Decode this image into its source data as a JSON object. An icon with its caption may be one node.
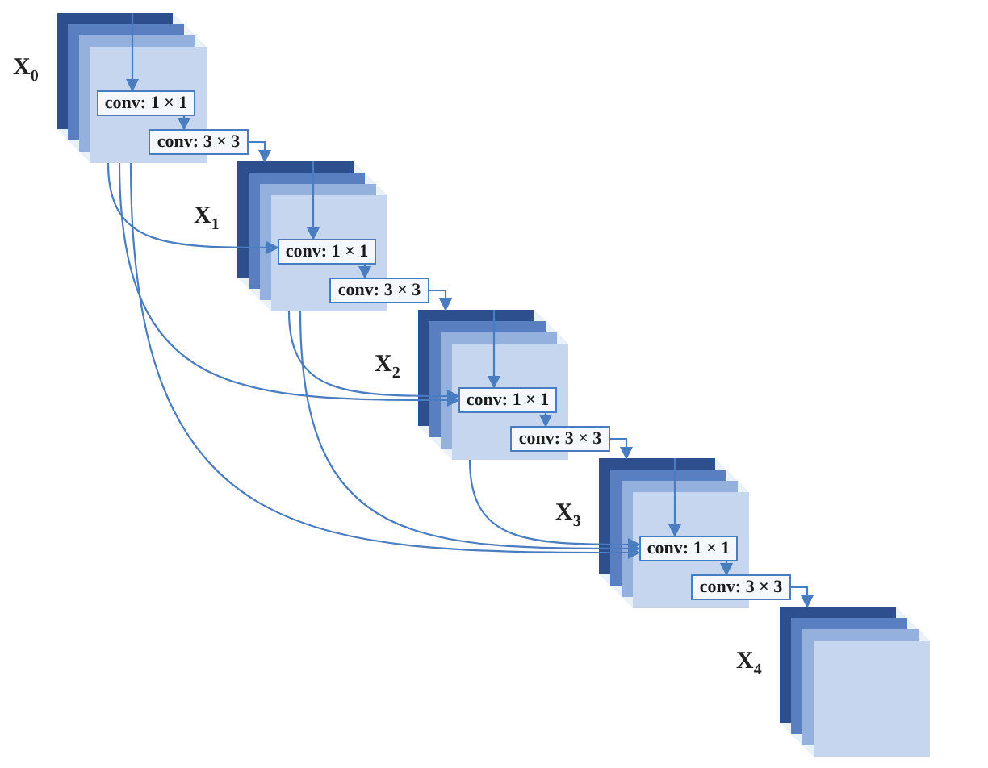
{
  "diagram": {
    "nodes": [
      {
        "text": [
          "X$_{0}$"
        ]
      },
      {
        "text": [
          "conv: 1 × 1"
        ],
        "in": 0
      },
      {
        "text": [
          "conv: 3 × 3"
        ]
      },
      {
        "text": [
          "X$_{1}$"
        ]
      },
      {
        "text": [
          "conv: 1 × 1"
        ],
        "in": 3
      },
      {
        "text": [
          "conv: 3 × 3"
        ]
      },
      {
        "text": [
          "X$_{2}$"
        ]
      },
      {
        "text": [
          "conv: 1 × 1"
        ],
        "in": 6
      },
      {
        "text": [
          "conv: 3 × 3"
        ]
      },
      {
        "text": [
          "X$_{3}$"
        ]
      },
      {
        "text": [
          "conv: 1 × 1"
        ],
        "in": 9
      },
      {
        "text": [
          "conv: 3 × 3"
        ]
      },
      {
        "text": [
          "X$_{4}$"
        ]
      }
    ],
    "edges": [
      {
        "from": 0,
        "to": 1,
        "arrow": "to"
      },
      {
        "from": 1,
        "to": 2,
        "arrow": "to"
      },
      {
        "from": 2,
        "to": 3,
        "arrow": "to"
      },
      {
        "from": 3,
        "to": 4,
        "arrow": "to"
      },
      {
        "from": 4,
        "to": 5,
        "arrow": "to"
      },
      {
        "from": 5,
        "to": 6,
        "arrow": "to"
      },
      {
        "from": 6,
        "to": 7,
        "arrow": "to"
      },
      {
        "from": 7,
        "to": 8,
        "arrow": "to"
      },
      {
        "from": 8,
        "to": 9,
        "arrow": "to"
      },
      {
        "from": 9,
        "to": 10,
        "arrow": "to"
      },
      {
        "from": 10,
        "to": 11,
        "arrow": "to"
      },
      {
        "from": 11,
        "to": 12,
        "arrow": "to"
      },
      {
        "from": 0,
        "to": 4,
        "arrow": "to"
      },
      {
        "from": 0,
        "to": 7,
        "arrow": "to"
      },
      {
        "from": 0,
        "to": 10,
        "arrow": "to"
      },
      {
        "from": 3,
        "to": 7,
        "arrow": "to"
      },
      {
        "from": 3,
        "to": 10,
        "arrow": "to"
      },
      {
        "from": 6,
        "to": 10,
        "arrow": "to"
      }
    ]
  }
}
